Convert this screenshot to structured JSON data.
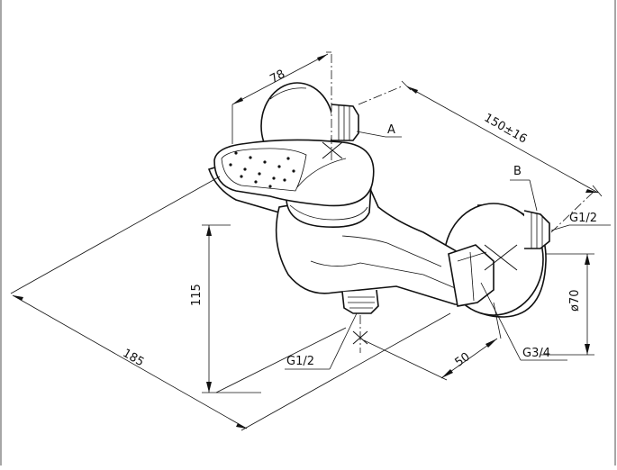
{
  "dimensions": {
    "width_78": "78",
    "length_150": "150±16",
    "height_115": "115",
    "length_185": "185",
    "depth_50": "50",
    "diameter_70": "ø70"
  },
  "callouts": {
    "label_a": "A",
    "label_b": "B",
    "thread_top_right": "G1/2",
    "thread_bottom": "G1/2",
    "thread_outlet": "G3/4"
  },
  "colors": {
    "line": "#111111",
    "background": "#ffffff",
    "frame": "#888888"
  }
}
